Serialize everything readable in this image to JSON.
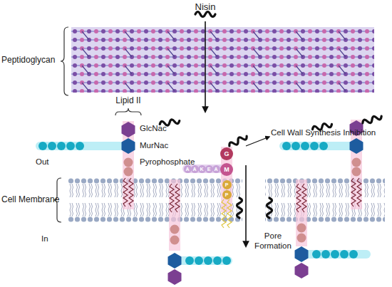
{
  "diagram": {
    "nodes": [
      {
        "text": [
          "G"
        ]
      },
      {
        "text": [
          "A"
        ]
      },
      {
        "text": [
          "A"
        ]
      },
      {
        "text": [
          "K"
        ]
      },
      {
        "text": [
          "E"
        ]
      },
      {
        "text": [
          "A"
        ]
      },
      {
        "text": [
          "M"
        ]
      },
      {
        "text": [
          "P"
        ]
      },
      {
        "text": [
          "P"
        ]
      }
    ],
    "labels": [
      "Nisin",
      "Peptidoglycan",
      "Lipid II",
      "GlcNac",
      "MurNac",
      "Out",
      "Pyrophosphate",
      "Cell Wall Synthesis Inhibition",
      "Cell Membrane",
      "Pore Formation",
      "In"
    ]
  }
}
